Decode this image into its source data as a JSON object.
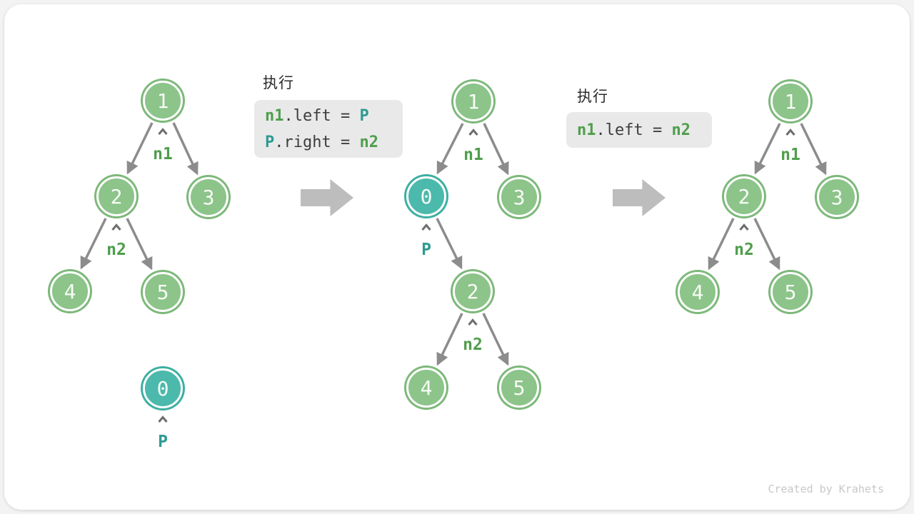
{
  "watermark": "Created by Krahets",
  "colors": {
    "node_green": "#8cc48a",
    "node_green_ring": "#7db87a",
    "node_teal": "#4bb9ac",
    "node_teal_ring": "#3cafa2",
    "edge_gray": "#8c8c8c",
    "label_green": "#4f9e4c",
    "label_teal": "#2e9a93",
    "code_box_bg": "#e9e9e9",
    "code_plain_text": "#3d3d3d",
    "flow_arrow_gray": "#bdbdbd",
    "card_bg": "#ffffff"
  },
  "code_panels": [
    {
      "title": "执行",
      "lines": [
        {
          "tokens": [
            {
              "text": "n1",
              "color": "green"
            },
            {
              "text": ".left = ",
              "color": "plain"
            },
            {
              "text": "P",
              "color": "teal"
            }
          ]
        },
        {
          "tokens": [
            {
              "text": "P",
              "color": "teal"
            },
            {
              "text": ".right = ",
              "color": "plain"
            },
            {
              "text": "n2",
              "color": "green"
            }
          ]
        }
      ]
    },
    {
      "title": "执行",
      "lines": [
        {
          "tokens": [
            {
              "text": "n1",
              "color": "green"
            },
            {
              "text": ".left = ",
              "color": "plain"
            },
            {
              "text": "n2",
              "color": "green"
            }
          ]
        }
      ]
    }
  ],
  "trees": [
    {
      "description": "initial tree with external node P",
      "nodes": [
        "1",
        "2",
        "3",
        "4",
        "5",
        "0"
      ],
      "pointers": [
        "n1",
        "n2",
        "P"
      ],
      "edges": [
        "1-2",
        "1-3",
        "2-4",
        "2-5"
      ]
    },
    {
      "description": "after n1.left = P and P.right = n2",
      "nodes": [
        "1",
        "0",
        "3",
        "2",
        "4",
        "5"
      ],
      "pointers": [
        "n1",
        "P",
        "n2"
      ],
      "edges": [
        "1-0",
        "1-3",
        "0-2",
        "2-4",
        "2-5"
      ]
    },
    {
      "description": "after n1.left = n2 (node removed)",
      "nodes": [
        "1",
        "2",
        "3",
        "4",
        "5"
      ],
      "pointers": [
        "n1",
        "n2"
      ],
      "edges": [
        "1-2",
        "1-3",
        "2-4",
        "2-5"
      ]
    }
  ]
}
